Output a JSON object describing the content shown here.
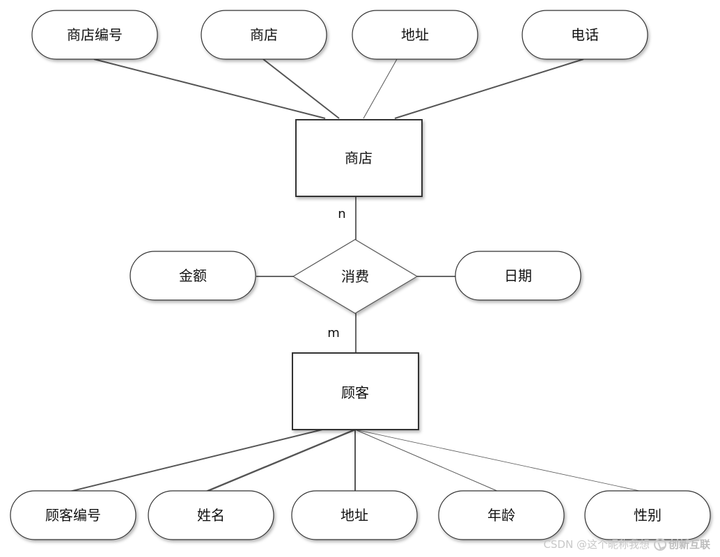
{
  "entities": {
    "store": "商店",
    "customer": "顾客"
  },
  "relationship": {
    "label": "消费"
  },
  "cardinality": {
    "store_side": "n",
    "customer_side": "m"
  },
  "store_attributes": [
    "商店编号",
    "商店",
    "地址",
    "电话"
  ],
  "relationship_attributes": {
    "left": "金额",
    "right": "日期"
  },
  "customer_attributes": [
    "顾客编号",
    "姓名",
    "地址",
    "年龄",
    "性别"
  ],
  "watermark": {
    "text": "CSDN @这个昵称我想",
    "logo_text": "创新互联"
  }
}
